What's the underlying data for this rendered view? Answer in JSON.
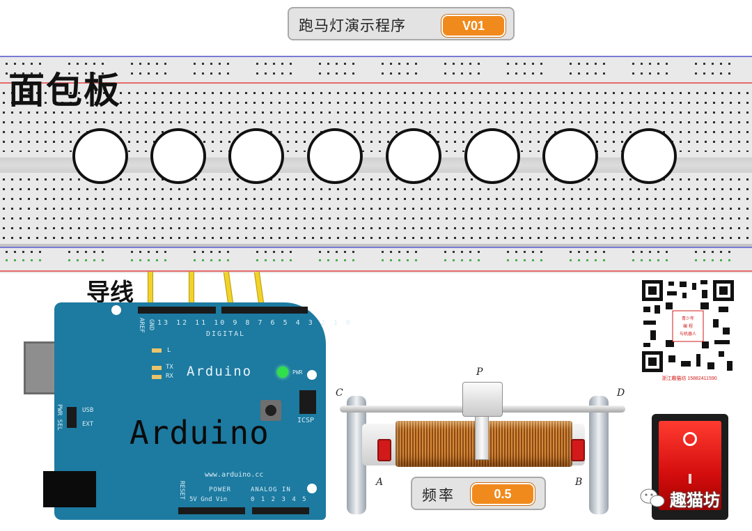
{
  "title_monitor": {
    "label": "跑马灯演示程序",
    "value": "V01"
  },
  "freq_monitor": {
    "label": "频率",
    "value": "0.5"
  },
  "labels": {
    "breadboard": "面包板",
    "wire": "导线"
  },
  "leds": [
    {
      "id": 1,
      "state": "off"
    },
    {
      "id": 2,
      "state": "off"
    },
    {
      "id": 3,
      "state": "off"
    },
    {
      "id": 4,
      "state": "off"
    },
    {
      "id": 5,
      "state": "off"
    },
    {
      "id": 6,
      "state": "off"
    },
    {
      "id": 7,
      "state": "off"
    },
    {
      "id": 8,
      "state": "off"
    }
  ],
  "arduino": {
    "logo_big": "Arduino",
    "logo_small": "Arduino",
    "digital_label": "DIGITAL",
    "url": "www.arduino.cc",
    "pin_aref": "AREF",
    "pin_gnd": "GND",
    "pin_numbers_top": [
      "13",
      "12",
      "11",
      "10",
      "9",
      "8",
      "7",
      "6",
      "5",
      "4",
      "3",
      "2",
      "1",
      "0"
    ],
    "led_l": "L",
    "tx": "TX",
    "rx": "RX",
    "pwr_on": "PWR",
    "reset": "RESET",
    "icsp": "ICSP",
    "power": "POWER",
    "power_pins": "5V Gnd Vin",
    "analog_in": "ANALOG IN",
    "analog_pins": "0 1 2 3 4 5",
    "pwr_sel": "PWR SEL",
    "usb_lbl": "USB",
    "ext_lbl": "EXT"
  },
  "rheostat": {
    "p": "P",
    "c": "C",
    "d": "D",
    "a": "A",
    "b": "B"
  },
  "qr": {
    "center_text": [
      "青少年",
      "编 程",
      "与机器人"
    ],
    "caption": "浙江趣猫坊  15882411590"
  },
  "watermark": "趣猫坊",
  "colors": {
    "accent": "#f18a1c",
    "board": "#1d7aa0",
    "wire": "#f2d22a",
    "switch": "#d40d0d"
  }
}
